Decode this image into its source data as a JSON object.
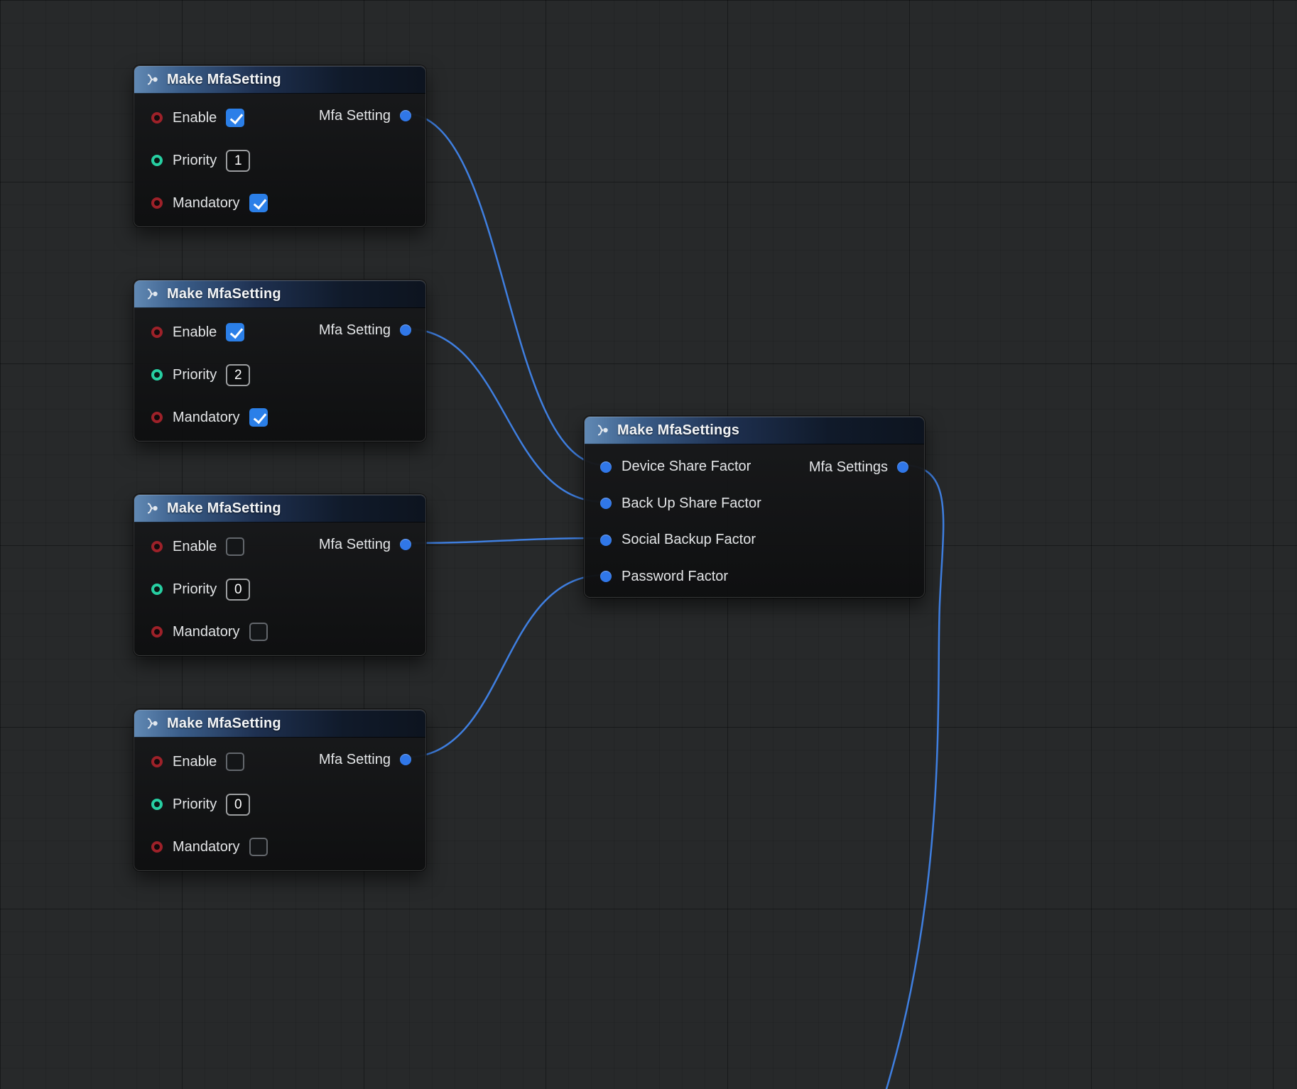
{
  "graph": {
    "setting_nodes": [
      {
        "title": "Make MfaSetting",
        "enable_label": "Enable",
        "priority_label": "Priority",
        "mandatory_label": "Mandatory",
        "output_label": "Mfa Setting",
        "enable_checked": true,
        "priority_value": "1",
        "mandatory_checked": true
      },
      {
        "title": "Make MfaSetting",
        "enable_label": "Enable",
        "priority_label": "Priority",
        "mandatory_label": "Mandatory",
        "output_label": "Mfa Setting",
        "enable_checked": true,
        "priority_value": "2",
        "mandatory_checked": true
      },
      {
        "title": "Make MfaSetting",
        "enable_label": "Enable",
        "priority_label": "Priority",
        "mandatory_label": "Mandatory",
        "output_label": "Mfa Setting",
        "enable_checked": false,
        "priority_value": "0",
        "mandatory_checked": false
      },
      {
        "title": "Make MfaSetting",
        "enable_label": "Enable",
        "priority_label": "Priority",
        "mandatory_label": "Mandatory",
        "output_label": "Mfa Setting",
        "enable_checked": false,
        "priority_value": "0",
        "mandatory_checked": false
      }
    ],
    "settings_node": {
      "title": "Make MfaSettings",
      "input_labels": [
        "Device Share Factor",
        "Back Up Share Factor",
        "Social Backup Factor",
        "Password Factor"
      ],
      "output_label": "Mfa Settings"
    },
    "connections": [
      {
        "from": "make-mfasetting-1.mfa-setting",
        "to": "make-mfasettings.device-share-factor"
      },
      {
        "from": "make-mfasetting-2.mfa-setting",
        "to": "make-mfasettings.back-up-share-factor"
      },
      {
        "from": "make-mfasetting-3.mfa-setting",
        "to": "make-mfasettings.social-backup-factor"
      },
      {
        "from": "make-mfasetting-4.mfa-setting",
        "to": "make-mfasettings.password-factor"
      },
      {
        "from": "make-mfasettings.mfa-settings",
        "to": "offscreen-bottom"
      }
    ],
    "colors": {
      "bool_pin": "#9e2129",
      "int_pin": "#27cfa2",
      "struct_pin": "#3077e8",
      "wire": "#3f7fe0",
      "checkbox_checked": "#2b7fe8"
    }
  }
}
